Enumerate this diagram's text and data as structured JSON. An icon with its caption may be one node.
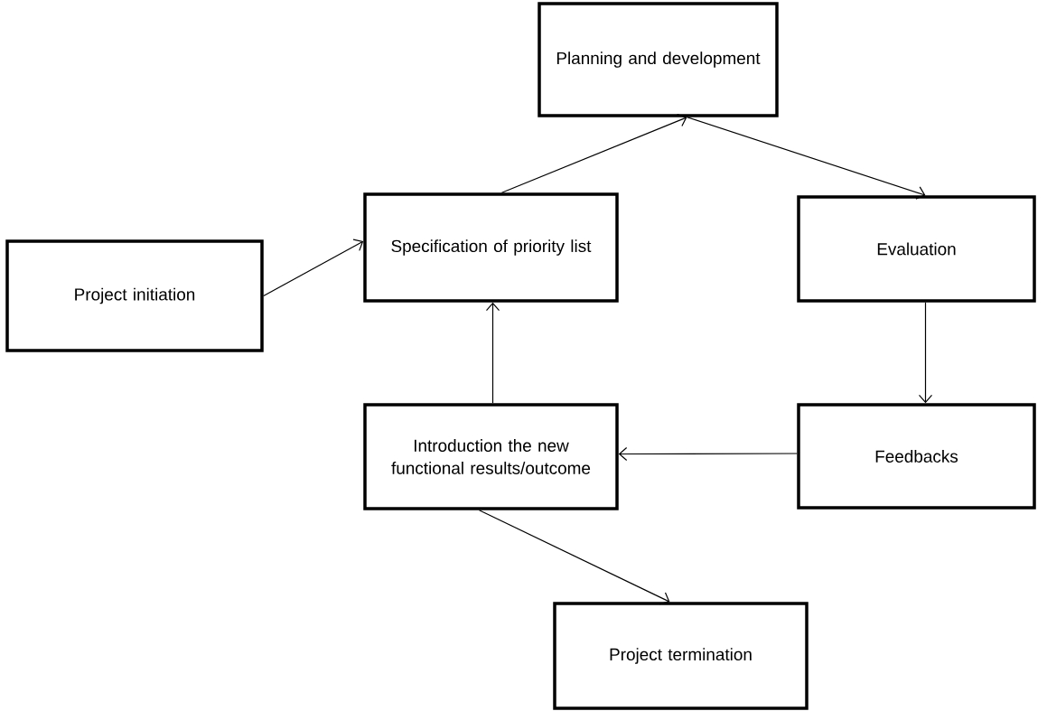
{
  "diagram": {
    "nodes": [
      {
        "text": [
          "Project initiation"
        ]
      },
      {
        "text": [
          "Specification of priority list"
        ]
      },
      {
        "text": [
          "Planning and development"
        ]
      },
      {
        "text": [
          "Evaluation"
        ]
      },
      {
        "text": [
          "Feedbacks"
        ]
      },
      {
        "text": [
          "Introduction the new functional results/outcome"
        ]
      },
      {
        "text": [
          "Project termination"
        ]
      }
    ],
    "edges": [
      {
        "from": 0,
        "to": 1,
        "arrow": "to"
      },
      {
        "from": 1,
        "to": 2,
        "arrow": "to"
      },
      {
        "from": 2,
        "to": 3,
        "arrow": "to"
      },
      {
        "from": 3,
        "to": 4,
        "arrow": "to"
      },
      {
        "from": 4,
        "to": 5,
        "arrow": "to"
      },
      {
        "from": 5,
        "to": 1,
        "arrow": "to"
      },
      {
        "from": 5,
        "to": 6,
        "arrow": "to"
      }
    ]
  }
}
